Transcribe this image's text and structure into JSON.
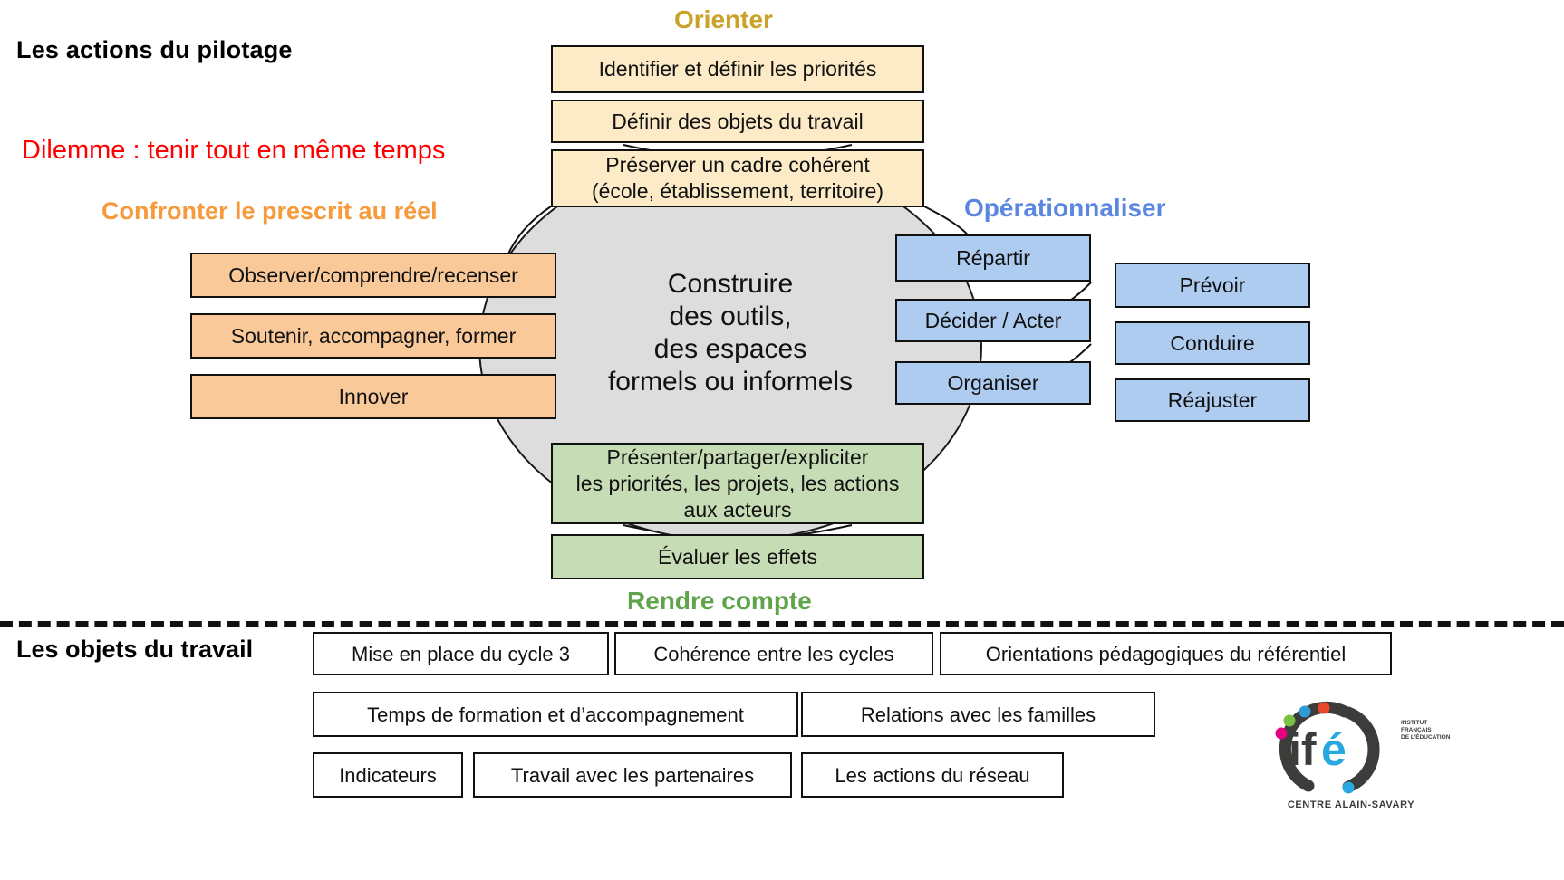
{
  "headings": {
    "actions_title": "Les actions du pilotage",
    "dilemma": "Dilemme : tenir tout en même temps",
    "objets_title": "Les objets du travail"
  },
  "quadrants": {
    "orienter": {
      "label": "Orienter",
      "color": "#C9A227",
      "items": [
        "Identifier et définir les priorités",
        "Définir des objets du travail",
        "Préserver un cadre cohérent\n(école, établissement, territoire)"
      ],
      "item_lines": [
        [
          "Identifier et définir les priorités"
        ],
        [
          "Définir des objets du travail"
        ],
        [
          "Préserver un cadre cohérent",
          "(école, établissement, territoire)"
        ]
      ]
    },
    "confronter": {
      "label": "Confronter le prescrit au réel",
      "color": "#F79A3C",
      "items": [
        "Observer/comprendre/recenser",
        "Soutenir, accompagner, former",
        "Innover"
      ]
    },
    "operationnaliser": {
      "label": "Opérationnaliser",
      "color": "#5B87E0",
      "items": [
        "Répartir",
        "Décider / Acter",
        "Organiser"
      ],
      "extra_items": [
        "Prévoir",
        "Conduire",
        "Réajuster"
      ]
    },
    "rendre_compte": {
      "label": "Rendre compte",
      "color": "#5FA34B",
      "item_lines": [
        [
          "Présenter/partager/expliciter",
          "les priorités, les projets, les actions",
          "aux acteurs"
        ],
        [
          "Évaluer les effets"
        ]
      ]
    }
  },
  "center": {
    "lines": [
      "Construire",
      "des outils,",
      "des espaces",
      "formels ou informels"
    ],
    "fill": "#DDDDDD"
  },
  "objets_travail": [
    "Mise en place du cycle 3",
    "Cohérence entre les cycles",
    "Orientations pédagogiques du référentiel",
    "Temps de formation et d’accompagnement",
    "Relations avec les familles",
    "Indicateurs",
    "Travail avec les partenaires",
    "Les actions du réseau"
  ],
  "logo": {
    "wordmark": "ifé",
    "caption": "CENTRE ALAIN-SAVARY",
    "side_lines": [
      "INSTITUT",
      "FRANÇAIS",
      "DE L’ÉDUCATION"
    ],
    "dot_colors": [
      "#E8472C",
      "#2E9BD6",
      "#7AC143",
      "#E5007D"
    ],
    "ring_color": "#3C3C3B",
    "accent": "#29A8E0"
  }
}
